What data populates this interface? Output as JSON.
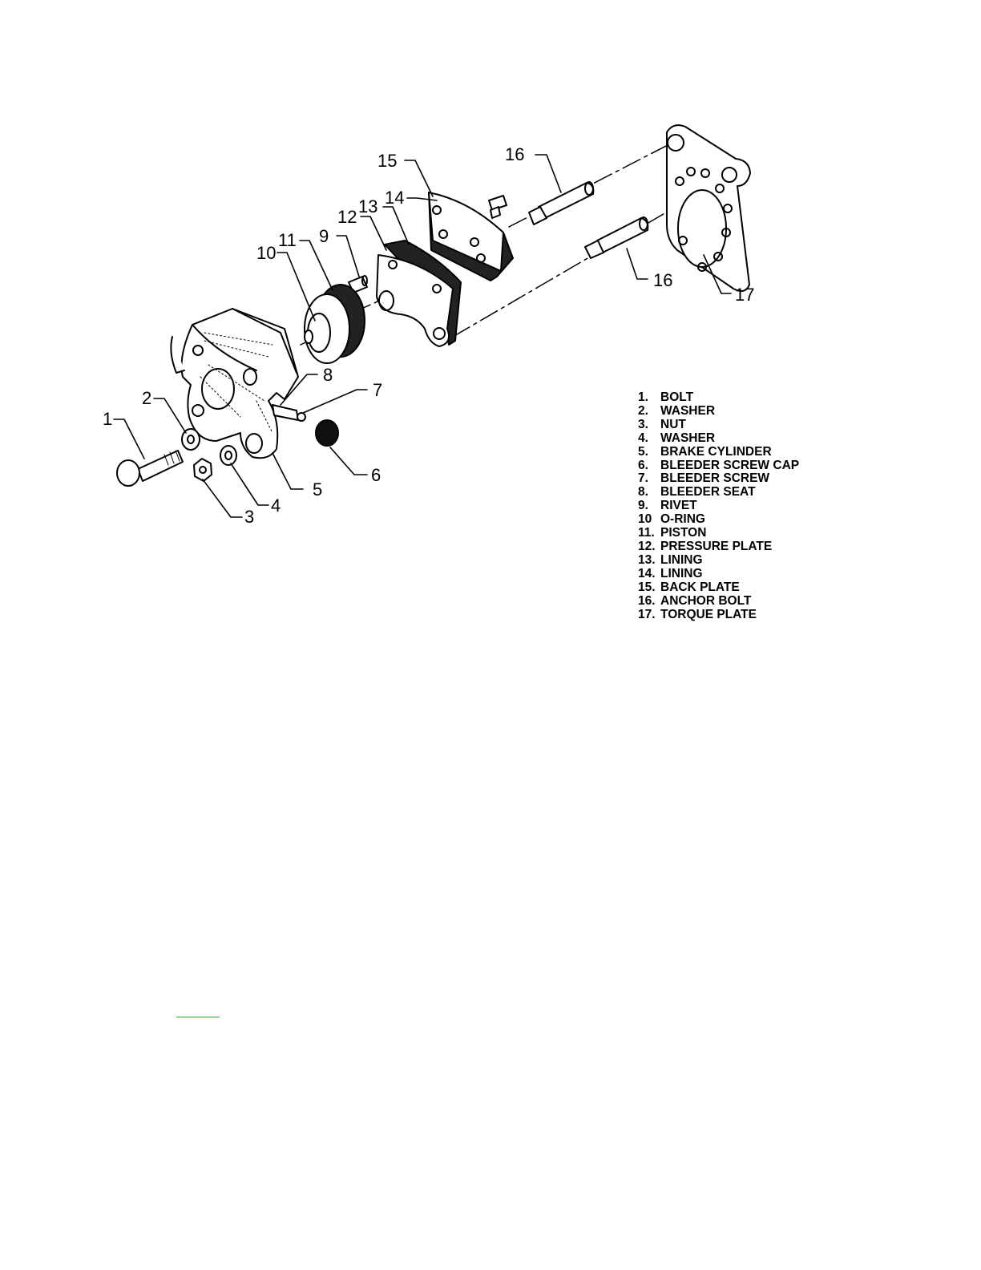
{
  "callouts": [
    "1",
    "2",
    "3",
    "4",
    "5",
    "6",
    "7",
    "8",
    "9",
    "10",
    "11",
    "12",
    "13",
    "14",
    "15",
    "16",
    "16",
    "17"
  ],
  "legend": [
    {
      "num": "1.",
      "label": "BOLT"
    },
    {
      "num": "2.",
      "label": "WASHER"
    },
    {
      "num": "3.",
      "label": "NUT"
    },
    {
      "num": "4.",
      "label": "WASHER"
    },
    {
      "num": "5.",
      "label": "BRAKE CYLINDER"
    },
    {
      "num": "6.",
      "label": "BLEEDER SCREW CAP"
    },
    {
      "num": "7.",
      "label": "BLEEDER SCREW"
    },
    {
      "num": "8.",
      "label": "BLEEDER SEAT"
    },
    {
      "num": "9.",
      "label": "RIVET"
    },
    {
      "num": "10",
      "label": "O-RING"
    },
    {
      "num": "11.",
      "label": "PISTON"
    },
    {
      "num": "12.",
      "label": "PRESSURE PLATE"
    },
    {
      "num": "13.",
      "label": "LINING"
    },
    {
      "num": "14.",
      "label": "LINING"
    },
    {
      "num": "15.",
      "label": "BACK PLATE"
    },
    {
      "num": "16.",
      "label": "ANCHOR BOLT"
    },
    {
      "num": "17.",
      "label": "TORQUE PLATE"
    }
  ],
  "colors": {
    "link": "#22aa22",
    "ink": "#000000"
  }
}
